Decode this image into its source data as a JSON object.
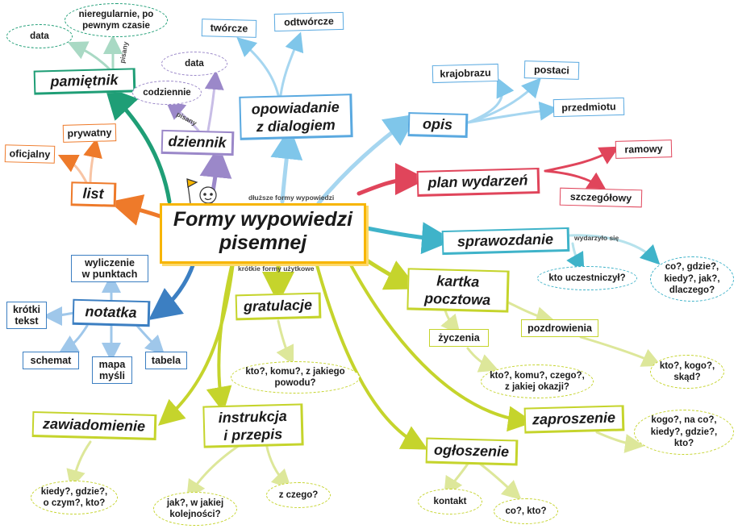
{
  "center": {
    "title": "Formy wypowiedzi pisemnej"
  },
  "labels": {
    "longer": "dłuższe formy wypowiedzi",
    "shorter": "krótkie formy użytkowe",
    "pisany1": "pisany",
    "pisany2": "pisany",
    "wydarzylo": "wydarzyło się"
  },
  "colors": {
    "teal": "#1f9e76",
    "lavender": "#9b88c9",
    "lightblue": "#7fc6ea",
    "blue": "#5aa9e0",
    "red": "#e0455b",
    "cyan": "#3fb3c9",
    "orange": "#ee7a2a",
    "steel": "#3c7fc2",
    "lime": "#c5d42c",
    "yellow": "#f7b500"
  },
  "nodes": {
    "pamietnik": {
      "label": "pamiętnik",
      "children": [
        "data",
        "nieregularnie, po\npewnym czasie"
      ]
    },
    "dziennik": {
      "label": "dziennik",
      "children": [
        "data",
        "codziennie"
      ]
    },
    "opowiadanie": {
      "label": "opowiadanie\nz dialogiem",
      "children": [
        "twórcze",
        "odtwórcze"
      ]
    },
    "opis": {
      "label": "opis",
      "children": [
        "krajobrazu",
        "postaci",
        "przedmiotu"
      ]
    },
    "plan": {
      "label": "plan wydarzeń",
      "children": [
        "ramowy",
        "szczegółowy"
      ]
    },
    "list": {
      "label": "list",
      "children": [
        "prywatny",
        "oficjalny"
      ]
    },
    "sprawozdanie": {
      "label": "sprawozdanie",
      "children": [
        "kto uczestniczył?",
        "co?, gdzie?,\nkiedy?, jak?,\ndlaczego?"
      ]
    },
    "notatka": {
      "label": "notatka",
      "children": [
        "wyliczenie\nw punktach",
        "krótki\ntekst",
        "schemat",
        "mapa\nmyśli",
        "tabela"
      ]
    },
    "gratulacje": {
      "label": "gratulacje",
      "children": [
        "kto?, komu?, z jakiego\npowodu?"
      ]
    },
    "kartka": {
      "label": "kartka\npocztowa",
      "children": [
        "życzenia",
        "pozdrowienia",
        "kto?, komu?, czego?,\nz jakiej okazji?",
        "kto?, kogo?,\nskąd?"
      ]
    },
    "zaproszenie": {
      "label": "zaproszenie",
      "children": [
        "kogo?, na co?,\nkiedy?, gdzie?,\nkto?"
      ]
    },
    "zawiadomienie": {
      "label": "zawiadomienie",
      "children": [
        "kiedy?, gdzie?,\no czym?, kto?"
      ]
    },
    "instrukcja": {
      "label": "instrukcja\ni przepis",
      "children": [
        "jak?, w jakiej\nkolejności?",
        "z czego?"
      ]
    },
    "ogloszenie": {
      "label": "ogłoszenie",
      "children": [
        "kontakt",
        "co?, kto?"
      ]
    }
  }
}
